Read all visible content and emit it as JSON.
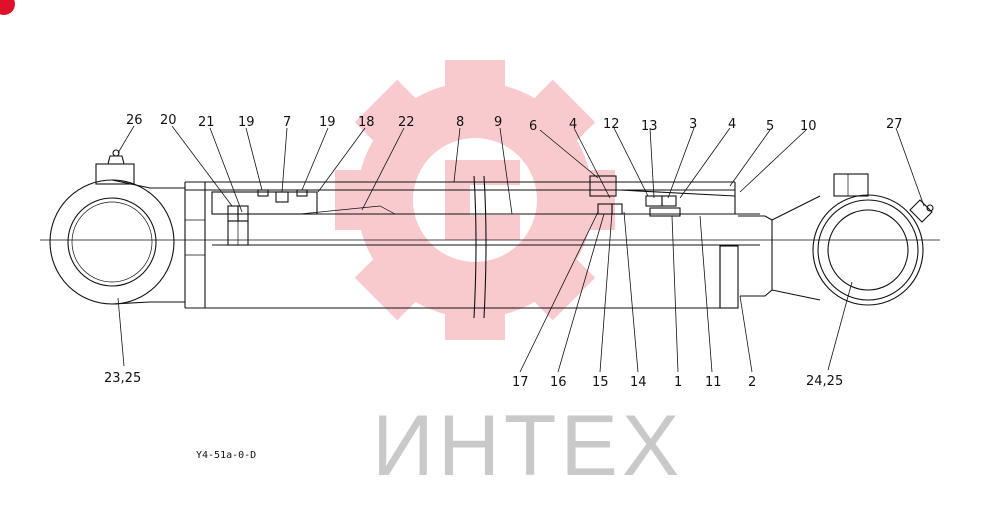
{
  "watermark": {
    "text": "ИНТЕХ",
    "color": "#f06a72"
  },
  "drawing_code": "Y4-51a-0-D",
  "callouts": [
    {
      "id": "c26",
      "text": "26"
    },
    {
      "id": "c20",
      "text": "20"
    },
    {
      "id": "c21",
      "text": "21"
    },
    {
      "id": "c19a",
      "text": "19"
    },
    {
      "id": "c7",
      "text": "7"
    },
    {
      "id": "c19b",
      "text": "19"
    },
    {
      "id": "c18",
      "text": "18"
    },
    {
      "id": "c22",
      "text": "22"
    },
    {
      "id": "c8",
      "text": "8"
    },
    {
      "id": "c9",
      "text": "9"
    },
    {
      "id": "c6",
      "text": "6"
    },
    {
      "id": "c4a",
      "text": "4"
    },
    {
      "id": "c12",
      "text": "12"
    },
    {
      "id": "c13",
      "text": "13"
    },
    {
      "id": "c3",
      "text": "3"
    },
    {
      "id": "c4b",
      "text": "4"
    },
    {
      "id": "c5",
      "text": "5"
    },
    {
      "id": "c10",
      "text": "10"
    },
    {
      "id": "c27",
      "text": "27"
    },
    {
      "id": "c2325",
      "text": "23,25"
    },
    {
      "id": "c17",
      "text": "17"
    },
    {
      "id": "c16",
      "text": "16"
    },
    {
      "id": "c15",
      "text": "15"
    },
    {
      "id": "c14",
      "text": "14"
    },
    {
      "id": "c1",
      "text": "1"
    },
    {
      "id": "c11",
      "text": "11"
    },
    {
      "id": "c2",
      "text": "2"
    },
    {
      "id": "c2425",
      "text": "24,25"
    }
  ]
}
